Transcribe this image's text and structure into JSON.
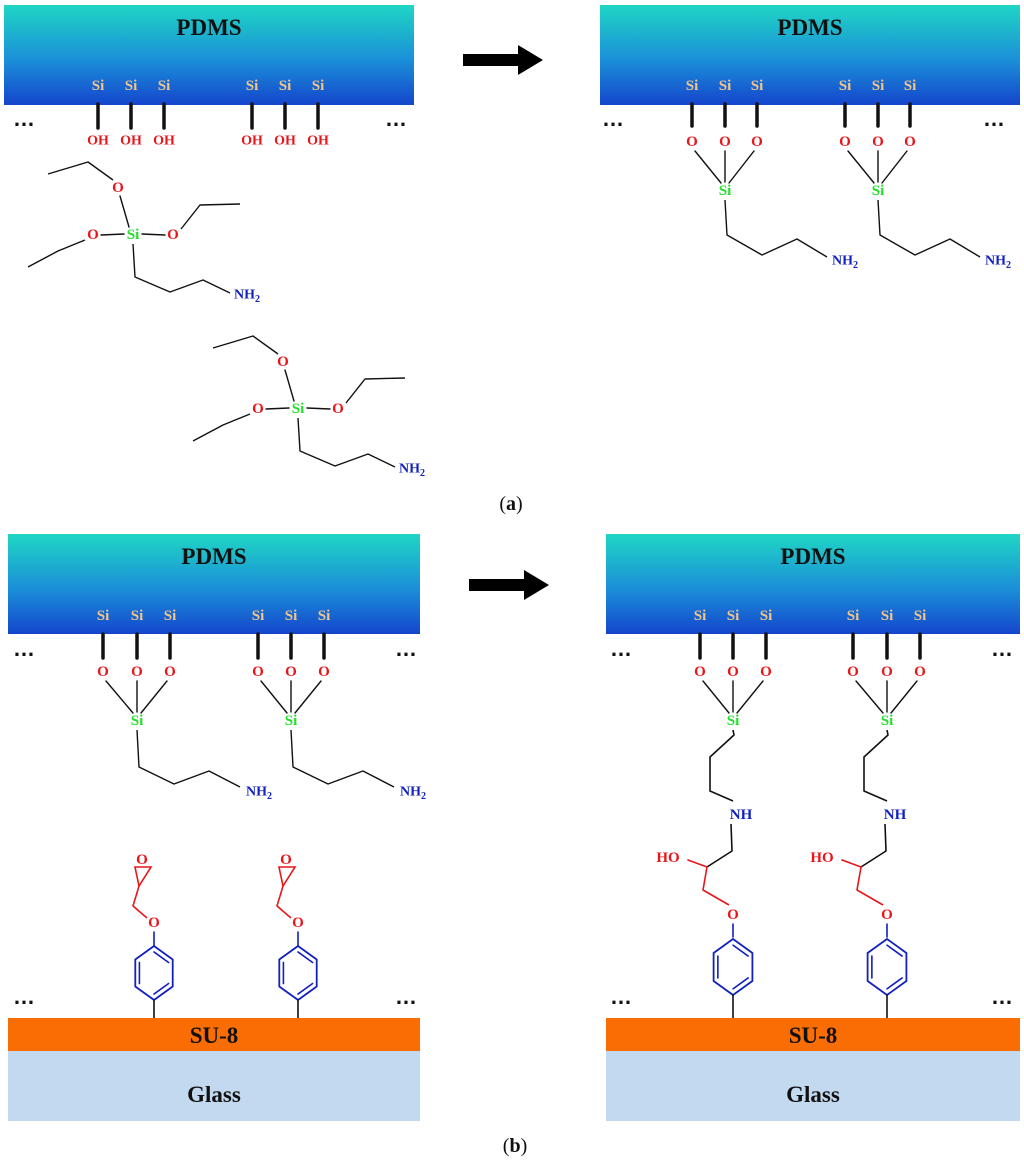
{
  "labels": {
    "pdms": "PDMS",
    "su8": "SU-8",
    "glass": "Glass",
    "si": "Si",
    "oh": "OH",
    "o": "O",
    "nh2": "NH",
    "sub2": "2",
    "nh": "NH",
    "ho": "HO",
    "ellipsis": "…"
  },
  "captions": {
    "a": "a",
    "b": "b",
    "open": "(",
    "close": ")"
  },
  "colors": {
    "pdms_top": "#1fd6c4",
    "pdms_bottom": "#1446cc",
    "su8": "#f96d02",
    "glass": "#c3d9ef",
    "oxygen": "#e8161b",
    "silicon": "#22e02a",
    "nitrogen": "#1220c0",
    "si_surface": "#f2c58a"
  },
  "icons": {
    "arrow": "right-arrow-icon"
  }
}
